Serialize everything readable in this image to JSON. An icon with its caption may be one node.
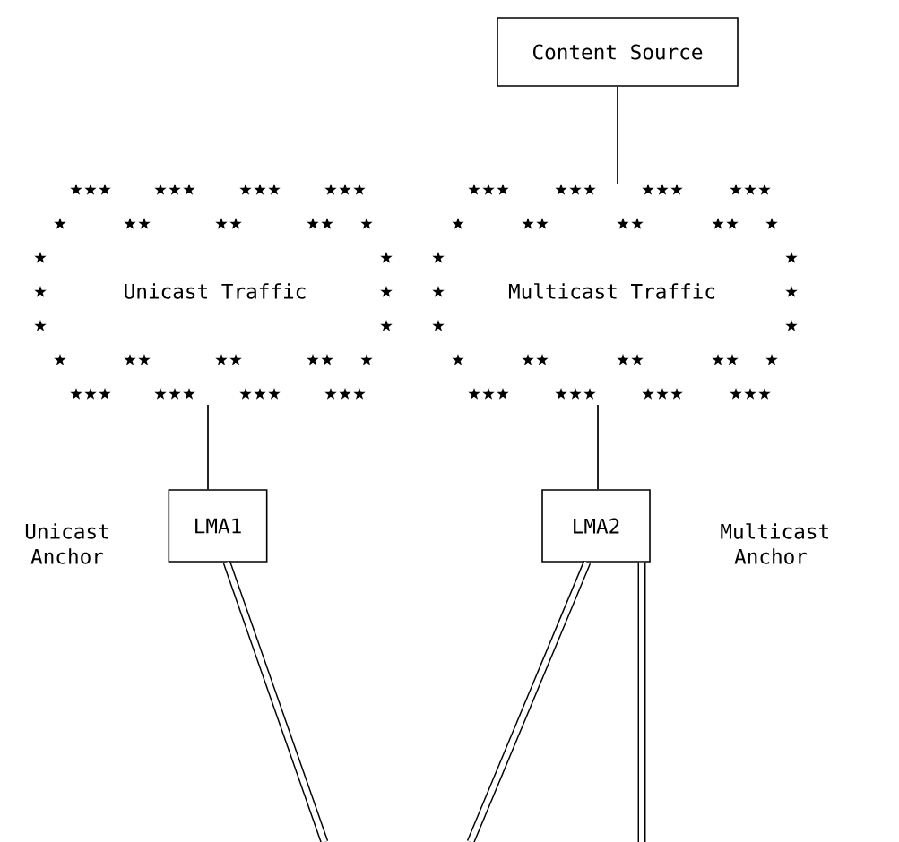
{
  "diagram": {
    "nodes": [
      {
        "text": [
          "Content Source"
        ]
      },
      {
        "text": [
          "Unicast Traffic"
        ]
      },
      {
        "text": [
          "Multicast Traffic"
        ]
      },
      {
        "text": [
          "LMA1"
        ],
        "beside": [
          "Unicast Anchor"
        ]
      },
      {
        "text": [
          "LMA2"
        ],
        "beside": [
          "Multicast Anchor"
        ]
      }
    ],
    "edges": [
      {
        "from": 0,
        "to": 2,
        "arrow": "none"
      },
      {
        "from": 1,
        "to": 3,
        "arrow": "none"
      },
      {
        "from": 2,
        "to": 4,
        "arrow": "none"
      },
      {
        "from": 3,
        "to": null,
        "arrow": "none",
        "style": "thick"
      },
      {
        "from": 4,
        "to": null,
        "arrow": "none",
        "style": "thick"
      },
      {
        "from": 4,
        "to": null,
        "arrow": "none",
        "style": "thick"
      }
    ]
  }
}
